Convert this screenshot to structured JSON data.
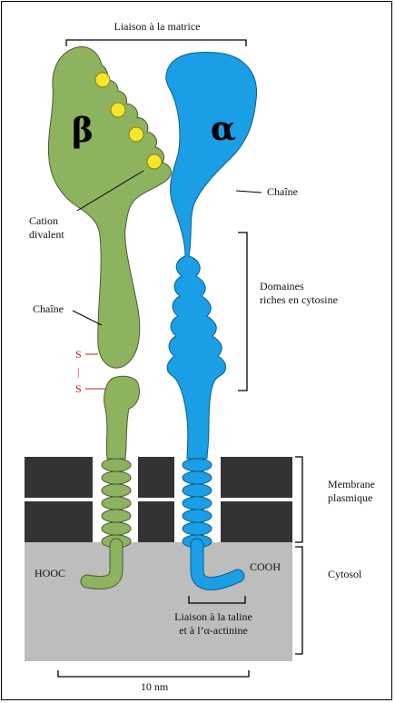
{
  "labels": {
    "matrix_binding": "Liaison à la matrice",
    "beta_symbol": "β",
    "alpha_symbol": "α",
    "chain_alpha": "Chaîne",
    "cation_line1": "Cation",
    "cation_line2": "divalent",
    "cysteine_line1": "Domaines",
    "cysteine_line2": "riches en cytosine",
    "chain_beta": "Chaîne",
    "s_top": "S",
    "s_bar": "|",
    "s_bottom": "S",
    "membrane_line1": "Membrane",
    "membrane_line2": "plasmique",
    "hooc": "HOOC",
    "cooh": "COOH",
    "cytosol": "Cytosol",
    "talin_line1": "Liaison à la taline",
    "talin_line2": "et à l’α-actinine",
    "scale": "10 nm"
  },
  "colors": {
    "beta": "#8db35f",
    "alpha": "#1a9ee6",
    "cation": "#f5e62a",
    "membrane_block": "#333333",
    "cytosol": "#bdbdbd",
    "disulfide": "#b02020"
  }
}
